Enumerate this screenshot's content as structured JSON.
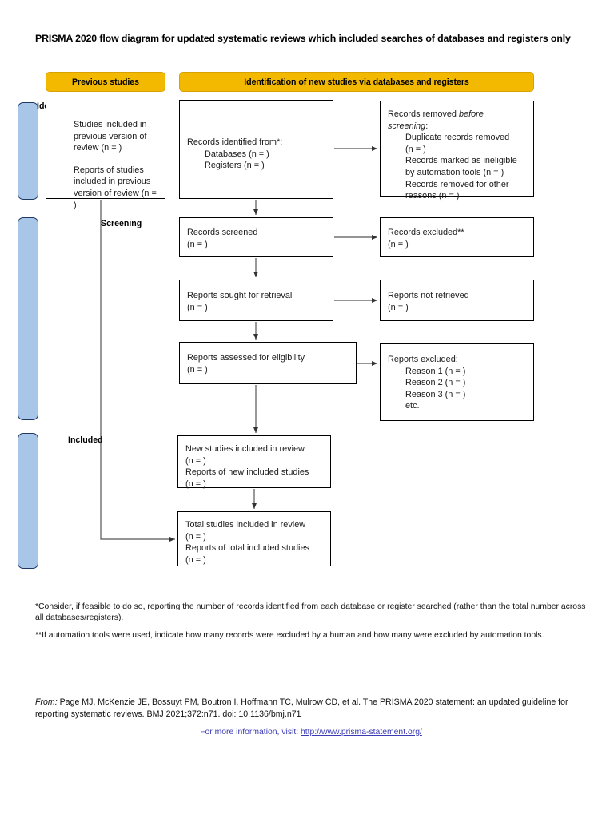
{
  "document": {
    "title": "PRISMA 2020 flow diagram for updated systematic reviews which included searches of databases and registers only"
  },
  "headers": {
    "previous_studies": "Previous studies",
    "identification_new": "Identification of new studies via databases and registers",
    "bar_color": "#F3B900"
  },
  "stages": {
    "identification": "Identification",
    "screening": "Screening",
    "included": "Included",
    "rail_color": "#A8C6E8",
    "rail_border": "#1F3864"
  },
  "boxes": {
    "previous_studies": {
      "line1": "Studies included in",
      "line2": "previous version of",
      "line3": "review (n = )",
      "line4": "Reports of studies",
      "line5": "included in previous",
      "line6": "version of review (n = )"
    },
    "records_identified": {
      "title": "Records identified from*:",
      "item1": "Databases (n = )",
      "item2": "Registers (n = )"
    },
    "records_removed": {
      "title_pre": "Records removed ",
      "title_em1": "before",
      "title_em2": "screening",
      "title_post": ":",
      "item1a": "Duplicate records removed",
      "item1b": "(n = )",
      "item2a": "Records marked as ineligible",
      "item2b": "by automation tools (n = )",
      "item3a": "Records removed for other",
      "item3b": "reasons (n = )"
    },
    "records_screened": {
      "line1": "Records screened",
      "line2": "(n = )"
    },
    "records_excluded": {
      "line1": "Records excluded**",
      "line2": "(n = )"
    },
    "reports_sought": {
      "line1": "Reports sought for retrieval",
      "line2": "(n = )"
    },
    "reports_not_retrieved": {
      "line1": "Reports not retrieved",
      "line2": "(n = )"
    },
    "reports_assessed": {
      "line1": "Reports assessed for eligibility",
      "line2": "(n = )"
    },
    "reports_excluded": {
      "title": "Reports excluded:",
      "item1": "Reason 1 (n = )",
      "item2": "Reason 2 (n = )",
      "item3": "Reason 3 (n = )",
      "item4": "etc."
    },
    "new_studies": {
      "line1": "New studies included in review",
      "line2": "(n = )",
      "line3": "Reports of new included studies",
      "line4": "(n = )"
    },
    "total_studies": {
      "line1": "Total studies included in review",
      "line2": "(n = )",
      "line3": "Reports of total included studies",
      "line4": "(n = )"
    }
  },
  "footnotes": {
    "note1": "*Consider, if feasible to do so, reporting the number of records identified from each database or register searched (rather than the total number across all databases/registers).",
    "note2": "**If automation tools were used, indicate how many records were excluded by a human and how many were excluded by automation tools."
  },
  "citation": {
    "from_label": "From:",
    "text": " Page MJ, McKenzie JE, Bossuyt PM, Boutron I, Hoffmann TC, Mulrow CD, et al. The PRISMA 2020 statement: an updated guideline for reporting systematic reviews. BMJ 2021;372:n71. doi: 10.1136/bmj.n71"
  },
  "more_info": {
    "prefix": "For more information, visit: ",
    "link_text": "http://www.prisma-statement.org/",
    "link_color": "#3b3bb5"
  }
}
